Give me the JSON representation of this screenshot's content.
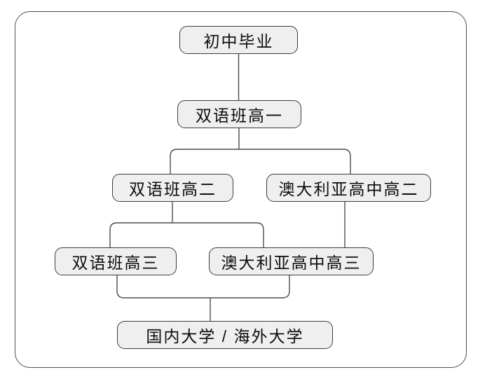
{
  "diagram": {
    "type": "flowchart",
    "title": "",
    "nodes": [
      {
        "id": "junior-high-graduation",
        "label": "初中毕业"
      },
      {
        "id": "bilingual-class-grade-10",
        "label": "双语班高一"
      },
      {
        "id": "bilingual-class-grade-11",
        "label": "双语班高二"
      },
      {
        "id": "australian-hs-grade-11",
        "label": "澳大利亚高中高二"
      },
      {
        "id": "bilingual-class-grade-12",
        "label": "双语班高三"
      },
      {
        "id": "australian-hs-grade-12",
        "label": "澳大利亚高中高三"
      },
      {
        "id": "university",
        "label": "国内大学 / 海外大学"
      }
    ],
    "edges": [
      {
        "from": "junior-high-graduation",
        "to": "bilingual-class-grade-10"
      },
      {
        "from": "bilingual-class-grade-10",
        "to": "bilingual-class-grade-11"
      },
      {
        "from": "bilingual-class-grade-10",
        "to": "australian-hs-grade-11"
      },
      {
        "from": "bilingual-class-grade-11",
        "to": "bilingual-class-grade-12"
      },
      {
        "from": "bilingual-class-grade-11",
        "to": "australian-hs-grade-12"
      },
      {
        "from": "australian-hs-grade-11",
        "to": "australian-hs-grade-12"
      },
      {
        "from": "bilingual-class-grade-12",
        "to": "university"
      },
      {
        "from": "australian-hs-grade-12",
        "to": "university"
      }
    ],
    "colors": {
      "background": "#ffffff",
      "node_fill": "#efefef",
      "node_border": "#3c3c3c",
      "line": "#4d4d4d",
      "frame_border": "#4e4e4e"
    }
  }
}
